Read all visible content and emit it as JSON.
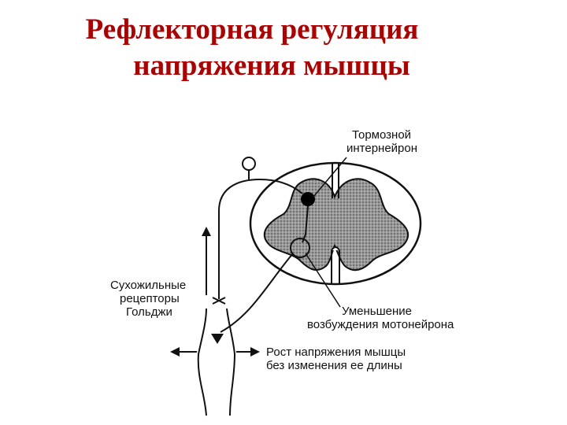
{
  "title": {
    "line1": "Рефлекторная регуляция",
    "line2": "напряжения мышцы"
  },
  "labels": {
    "interneuron_1": "Тормозной",
    "interneuron_2": "интернейрон",
    "golgi_1": "Сухожильные",
    "golgi_2": "рецепторы",
    "golgi_3": "Гольджи",
    "decrease_1": "Уменьшение",
    "decrease_2": "возбуждения мотонейрона",
    "growth_1": "Рост напряжения мышцы",
    "growth_2": "без изменения ее длины"
  },
  "colors": {
    "title": "#b00000",
    "grey_matter": "#8a8a8a",
    "ink": "#111111"
  }
}
